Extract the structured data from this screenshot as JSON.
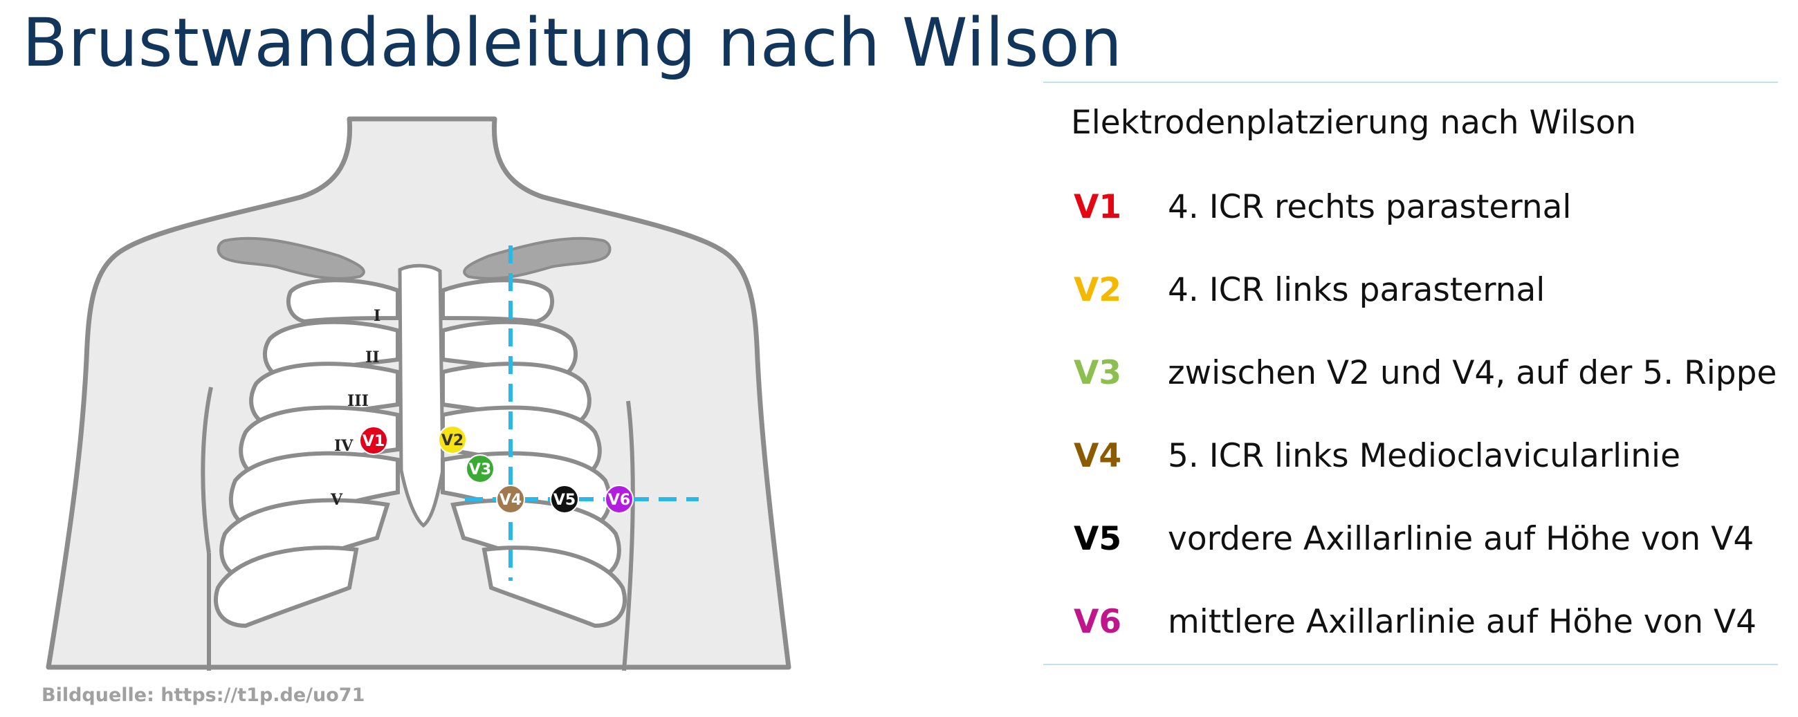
{
  "title": "Brustwandableitung nach Wilson",
  "image_source": "Bildquelle: https://t1p.de/uo71",
  "diagram": {
    "rib_labels": [
      "I",
      "II",
      "III",
      "IV",
      "V"
    ],
    "electrodes": [
      {
        "label": "V1",
        "color": "#e3001b"
      },
      {
        "label": "V2",
        "color": "#f6e315"
      },
      {
        "label": "V3",
        "color": "#3aaa35"
      },
      {
        "label": "V4",
        "color": "#a0794e"
      },
      {
        "label": "V5",
        "color": "#111111"
      },
      {
        "label": "V6",
        "color": "#b21ee0"
      }
    ],
    "guide_line_color": "#29b8e8"
  },
  "legend": {
    "heading": "Elektrodenplatzierung nach Wilson",
    "leads": [
      {
        "code": "V1",
        "color": "#e30613",
        "description": "4. ICR rechts parasternal"
      },
      {
        "code": "V2",
        "color": "#f5b800",
        "description": "4. ICR links parasternal"
      },
      {
        "code": "V3",
        "color": "#8cbf4f",
        "description": "zwischen V2 und V4, auf der 5. Rippe"
      },
      {
        "code": "V4",
        "color": "#8c5b00",
        "description": "5. ICR links Medioclavicularlinie"
      },
      {
        "code": "V5",
        "color": "#000000",
        "description": "vordere Axillarlinie auf Höhe von V4"
      },
      {
        "code": "V6",
        "color": "#c0168c",
        "description": "mittlere Axillarlinie auf Höhe von V4"
      }
    ]
  }
}
